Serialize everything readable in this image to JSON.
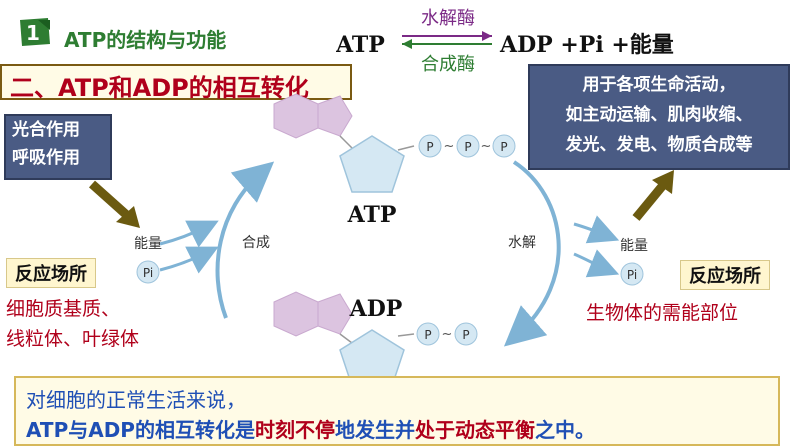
{
  "header": {
    "number": "1",
    "title": "ATP的结构与功能"
  },
  "equation": {
    "left": "ATP",
    "right": "ADP +Pi +能量",
    "top_enzyme": "水解酶",
    "bottom_enzyme": "合成酶",
    "colors": {
      "top_enzyme": "#7b2a86",
      "bottom_enzyme": "#2e7d32",
      "arrow_top": "#7b2a86",
      "arrow_bottom": "#2e7d32"
    }
  },
  "section": {
    "title": "二、ATP和ADP的相互转化"
  },
  "left_box": {
    "lines": [
      "光合作用",
      "呼吸作用"
    ]
  },
  "right_box": {
    "lines": [
      "用于各项生命活动，",
      "如主动运输、肌肉收缩、",
      "发光、发电、物质合成等"
    ]
  },
  "diagram": {
    "atp_label": "ATP",
    "adp_label": "ADP",
    "left_arc_label": "合成",
    "right_arc_label": "水解",
    "left_energy": "能量",
    "left_pi": "Pi",
    "right_energy": "能量",
    "right_pi": "Pi",
    "phosphate": "P",
    "tilde": "~"
  },
  "left_site": {
    "label": "反应场所",
    "lines": [
      "细胞质基质、",
      "线粒体、叶绿体"
    ]
  },
  "right_site": {
    "label": "反应场所",
    "line": "生物体的需能部位"
  },
  "conclusion": {
    "line1": "对细胞的正常生活来说，",
    "line2_part1": "ATP与ADP的相互转化是",
    "line2_highlight1": "时刻不停",
    "line2_part2": "地发生并",
    "line2_highlight2": "处于动态平衡",
    "line2_part3": "之中。"
  },
  "colors": {
    "accent_red": "#b0001b",
    "box_blue": "#4a5b84",
    "arrow_olive": "#6b5a10",
    "cycle_blue": "#7fb3d5",
    "text_blue": "#1f4fb5"
  }
}
